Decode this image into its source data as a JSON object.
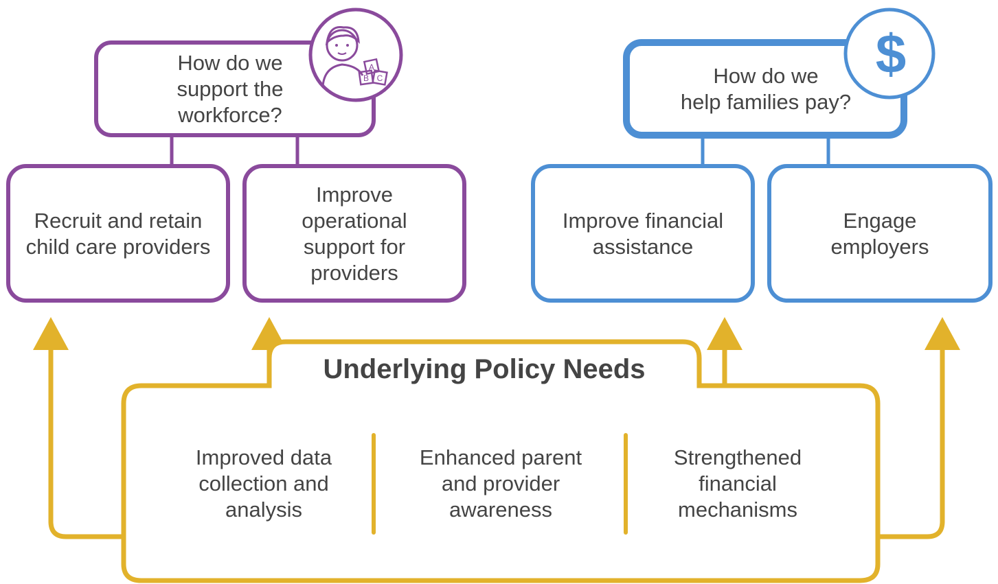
{
  "colors": {
    "workforce": "#8a4a9c",
    "families": "#4d8fd4",
    "policy": "#e2b22b",
    "text": "#444444"
  },
  "workforce": {
    "question": [
      "How do we",
      "support the",
      "workforce?"
    ],
    "icon": "child-with-blocks-icon",
    "block_letters": [
      "A",
      "B",
      "C"
    ],
    "children": [
      [
        "Recruit and retain",
        "child care providers"
      ],
      [
        "Improve",
        "operational",
        "support for",
        "providers"
      ]
    ]
  },
  "families": {
    "question": [
      "How do we",
      "help families pay?"
    ],
    "icon": "dollar-icon",
    "icon_symbol": "$",
    "children": [
      [
        "Improve financial",
        "assistance"
      ],
      [
        "Engage",
        "employers"
      ]
    ]
  },
  "policy": {
    "title": "Underlying Policy Needs",
    "items": [
      [
        "Improved data",
        "collection and",
        "analysis"
      ],
      [
        "Enhanced parent",
        "and provider",
        "awareness"
      ],
      [
        "Strengthened",
        "financial",
        "mechanisms"
      ]
    ]
  }
}
